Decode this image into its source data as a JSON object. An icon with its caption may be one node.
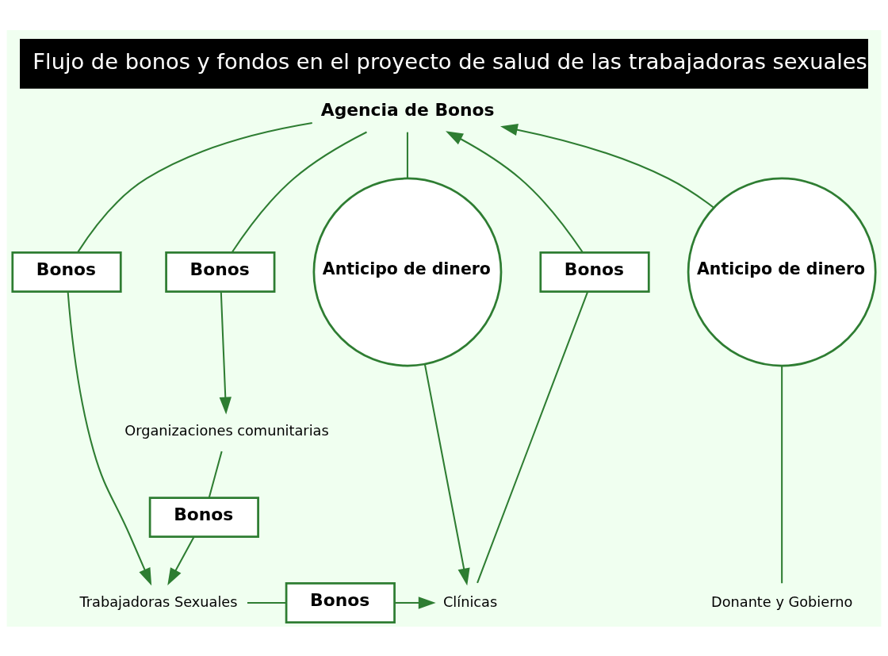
{
  "diagram": {
    "title": "Flujo de bonos y fondos en el proyecto de salud de las trabajadoras sexuales",
    "nodes": [
      {
        "text": [
          "Agencia de Bonos"
        ]
      },
      {
        "text": [
          "Anticipo de dinero"
        ]
      },
      {
        "text": [
          "Donante y Gobierno"
        ]
      },
      {
        "text": [
          "Bonos"
        ]
      },
      {
        "text": [
          "Clínicas"
        ]
      },
      {
        "text": [
          "Anticipo de dinero"
        ]
      },
      {
        "text": [
          "Bonos"
        ]
      },
      {
        "text": [
          "Trabajadoras Sexuales"
        ]
      },
      {
        "text": [
          "Bonos"
        ]
      },
      {
        "text": [
          "Organizaciones comunitarias"
        ]
      },
      {
        "text": [
          "Bonos"
        ]
      },
      {
        "text": [
          "Bonos"
        ]
      }
    ],
    "edges": [
      {
        "from": 2,
        "to": 1,
        "arrow": "none"
      },
      {
        "from": 1,
        "to": 0,
        "arrow": "to"
      },
      {
        "from": 4,
        "to": 3,
        "arrow": "none"
      },
      {
        "from": 3,
        "to": 0,
        "arrow": "to"
      },
      {
        "from": 0,
        "to": 5,
        "arrow": "none"
      },
      {
        "from": 5,
        "to": 4,
        "arrow": "to"
      },
      {
        "from": 0,
        "to": 6,
        "arrow": "none"
      },
      {
        "from": 6,
        "to": 7,
        "arrow": "to"
      },
      {
        "from": 0,
        "to": 8,
        "arrow": "none"
      },
      {
        "from": 8,
        "to": 9,
        "arrow": "to"
      },
      {
        "from": 9,
        "to": 10,
        "arrow": "none"
      },
      {
        "from": 10,
        "to": 7,
        "arrow": "to"
      },
      {
        "from": 7,
        "to": 11,
        "arrow": "none"
      },
      {
        "from": 11,
        "to": 4,
        "arrow": "to"
      }
    ]
  }
}
